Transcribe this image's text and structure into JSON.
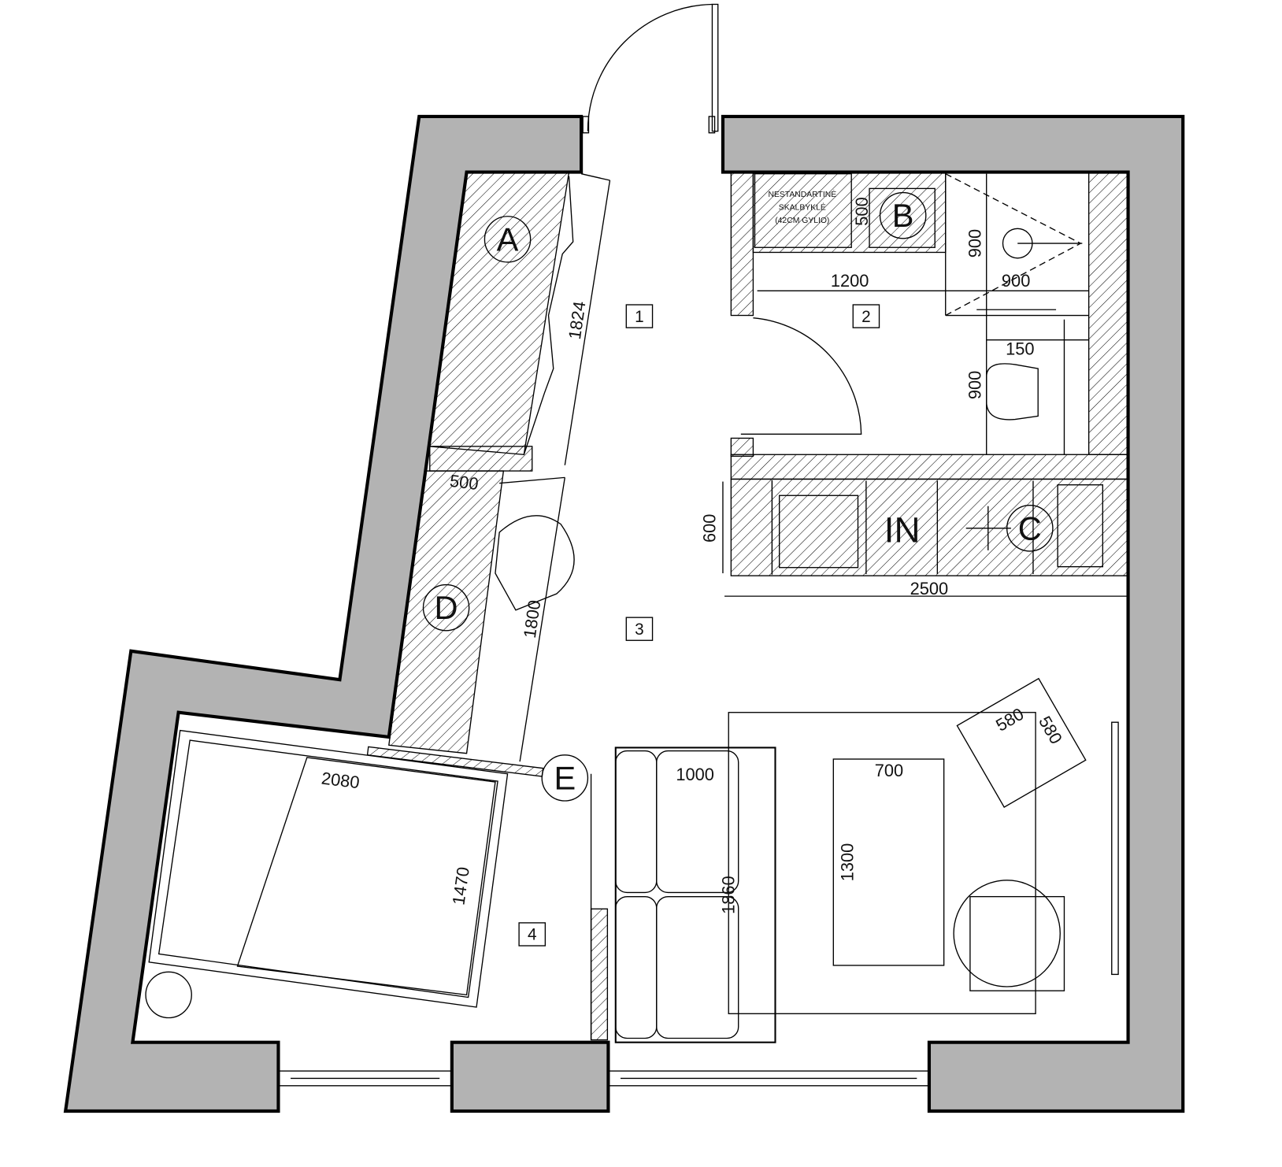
{
  "title": "Apartment floor plan",
  "zone_labels": [
    "A",
    "B",
    "C",
    "D",
    "E"
  ],
  "room_numbers": [
    "1",
    "2",
    "3",
    "4"
  ],
  "note": [
    "NESTANDARTINĖ",
    "SKALBYKLĖ",
    "(42CM GYLIO)"
  ],
  "kitchen_mark": "IN",
  "dimensions": {
    "wardrobe_a": "1824",
    "wardrobe_depth": "500",
    "desk_length": "1800",
    "bed_length": "2080",
    "bed_width": "1470",
    "sofa_width": "1000",
    "sofa_length": "1860",
    "table_width": "700",
    "table_length": "1300",
    "armchair_w": "580",
    "armchair_d": "580",
    "kitchen_depth": "600",
    "kitchen_length": "2500",
    "hall_width": "1200",
    "shower_w": "900",
    "shower_d": "900",
    "wc_gap": "150",
    "wc_depth": "900",
    "washer_depth": "500"
  },
  "colors": {
    "wall": "#b3b3b3",
    "line": "#000000"
  }
}
